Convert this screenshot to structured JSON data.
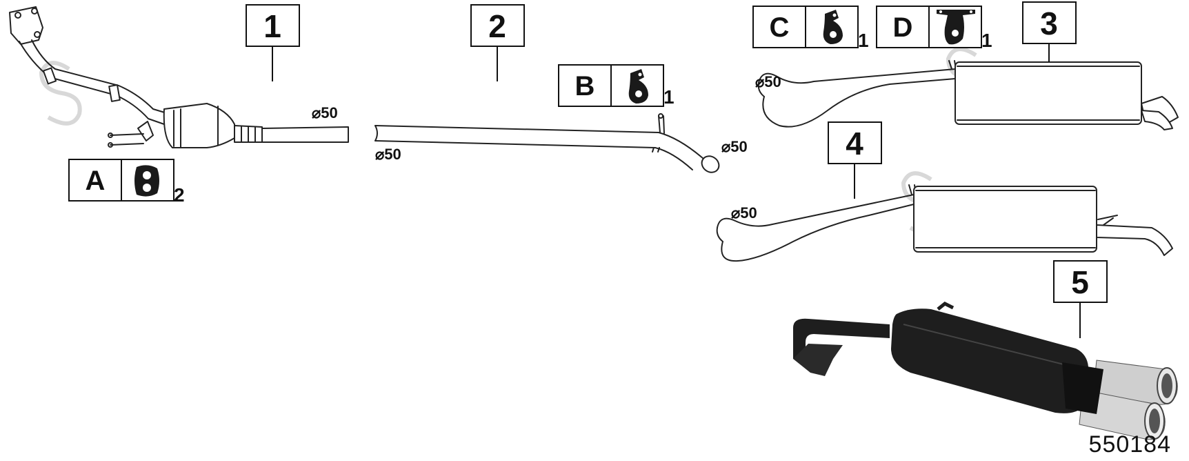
{
  "diagram": {
    "callouts": [
      "1",
      "2",
      "3",
      "4",
      "5"
    ],
    "parts": [
      {
        "letter": "A",
        "qty": "2",
        "icon": "rubber-hanger-ring-icon"
      },
      {
        "letter": "B",
        "qty": "1",
        "icon": "rubber-hanger-bracket-icon"
      },
      {
        "letter": "C",
        "qty": "1",
        "icon": "rubber-hanger-bracket-icon"
      },
      {
        "letter": "D",
        "qty": "1",
        "icon": "rubber-hanger-plate-icon"
      }
    ],
    "diameters": [
      "⌀50",
      "⌀50",
      "⌀50",
      "⌀50",
      "⌀50"
    ],
    "product_code": "550184",
    "colors": {
      "line": "#222222",
      "muffler_photo": "#1e1e1e",
      "chrome": "#cfcfcf"
    }
  }
}
